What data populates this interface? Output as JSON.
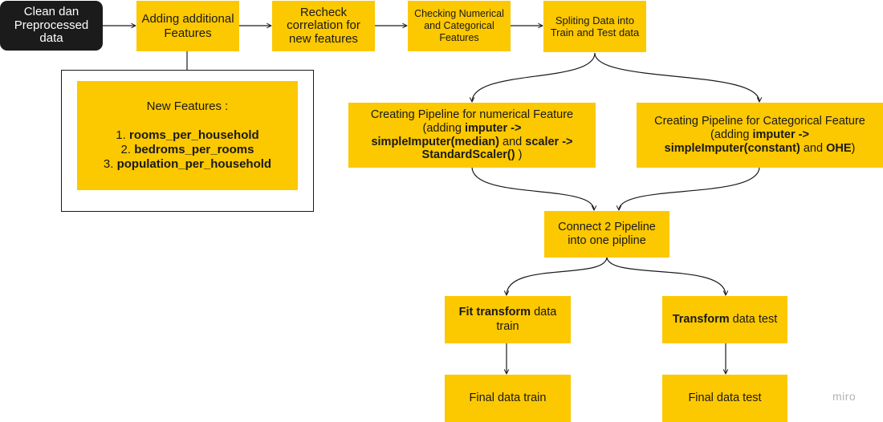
{
  "nodes": {
    "clean": {
      "line1": "Clean dan",
      "line2": "Preprocessed",
      "line3": "data"
    },
    "add_features": {
      "line1": "Adding additional",
      "line2": "Features"
    },
    "recheck": {
      "line1": "Recheck",
      "line2": "correlation for",
      "line3": "new features"
    },
    "checking": {
      "line1": "Checking Numerical",
      "line2": "and Categorical",
      "line3": "Features"
    },
    "splitting": {
      "line1": "Spliting Data into",
      "line2": "Train and Test data"
    },
    "new_features": {
      "title": "New Features :",
      "items": [
        {
          "num": "1. ",
          "name": "rooms_per_household"
        },
        {
          "num": "2. ",
          "name": "bedroms_per_rooms"
        },
        {
          "num": "3. ",
          "name": "population_per_household"
        }
      ]
    },
    "numerical_pipeline": {
      "line1": "Creating Pipeline for numerical Feature",
      "line2_a": "(adding ",
      "line2_b": "imputer ->",
      "line3_a": "simpleImputer(median)",
      "line3_b": " and ",
      "line3_c": "scaler ->",
      "line4_a": "StandardScaler()",
      "line4_b": " )"
    },
    "categorical_pipeline": {
      "line1": "Creating Pipeline for Categorical Feature",
      "line2_a": "(adding ",
      "line2_b": "imputer ->",
      "line3_a": "simpleImputer(constant)",
      "line3_b": " and ",
      "line3_c": "OHE",
      "line3_d": ")"
    },
    "connect": {
      "line1": "Connect 2 Pipeline",
      "line2": "into one pipline"
    },
    "fit_transform": {
      "bold": "Fit transform",
      "rest": " data",
      "line2": "train"
    },
    "transform_test": {
      "bold": "Transform",
      "rest": " data test"
    },
    "final_train": {
      "label": "Final data train"
    },
    "final_test": {
      "label": "Final data test"
    }
  },
  "colors": {
    "node_fill": "#fcc800",
    "start_fill": "#1b1b1b",
    "edge": "#1a1a1a",
    "watermark": "#b3b3b3"
  },
  "watermark": "miro"
}
